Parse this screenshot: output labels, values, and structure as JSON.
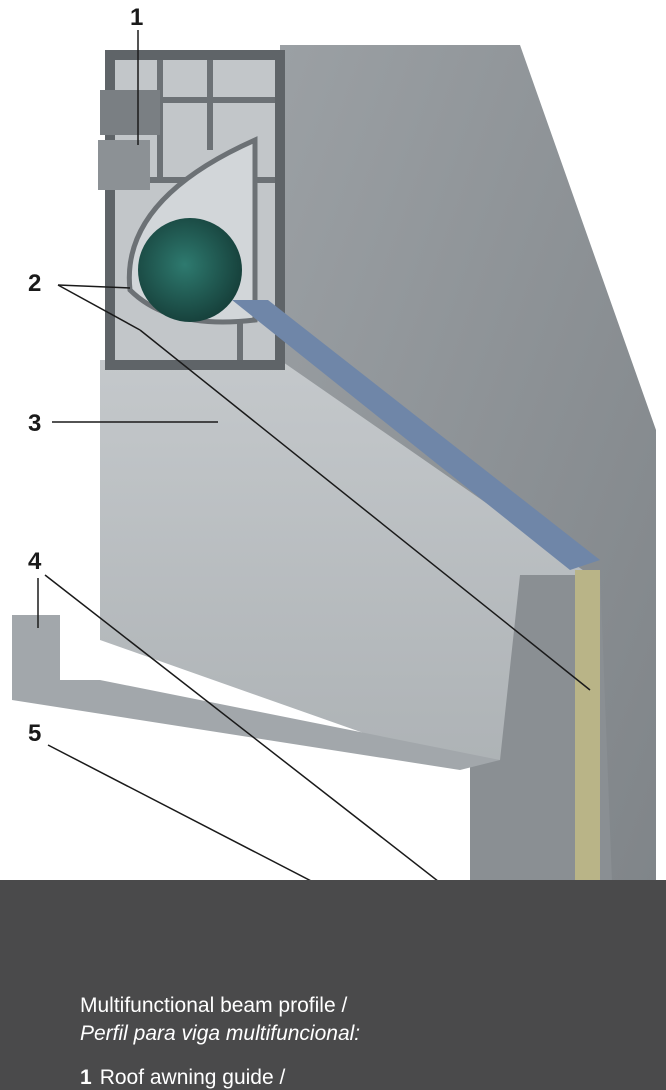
{
  "callouts": [
    {
      "number": "1"
    },
    {
      "number": "2"
    },
    {
      "number": "3"
    },
    {
      "number": "4"
    },
    {
      "number": "5"
    }
  ],
  "caption": {
    "title_en": "Multifunctional beam profile /",
    "title_es": "Perfil para viga multifuncional:",
    "items": [
      {
        "number": "1",
        "label": "Roof awning guide /"
      }
    ]
  },
  "colors": {
    "panel": "#4a4a4b",
    "metal": "#8e9397",
    "metal_dark": "#6f7478",
    "glass": "#6f86a8",
    "tube": "#1f5a52"
  }
}
